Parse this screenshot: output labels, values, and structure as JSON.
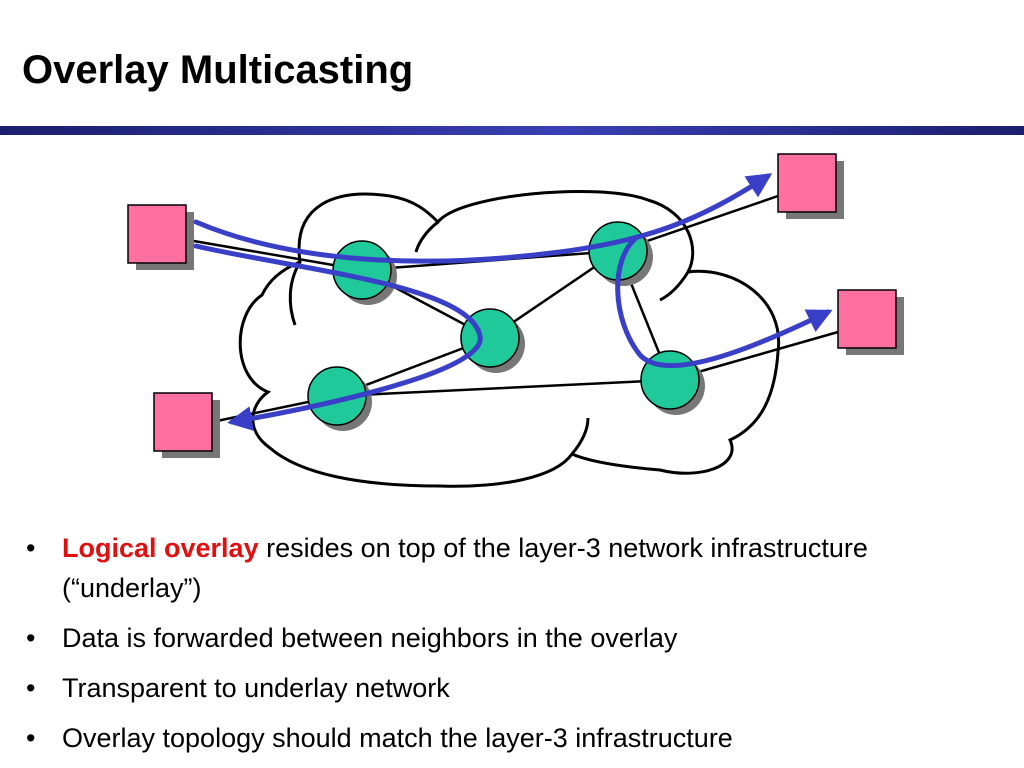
{
  "slide": {
    "title": "Overlay Multicasting"
  },
  "bullets": [
    {
      "highlight": "Logical overlay",
      "text": " resides on top of the  layer-3 network infrastructure (“underlay”)"
    },
    {
      "highlight": "",
      "text": "Data is forwarded between neighbors in the overlay"
    },
    {
      "highlight": "",
      "text": "Transparent to underlay network"
    },
    {
      "highlight": "",
      "text": "Overlay topology should match the layer-3 infrastructure"
    }
  ],
  "colors": {
    "title_rule": "#2a2f9a",
    "host_fill": "#ff6fa0",
    "router_fill": "#1fc99a",
    "overlay_path": "#3a3fc8",
    "highlight_text": "#e01010"
  }
}
